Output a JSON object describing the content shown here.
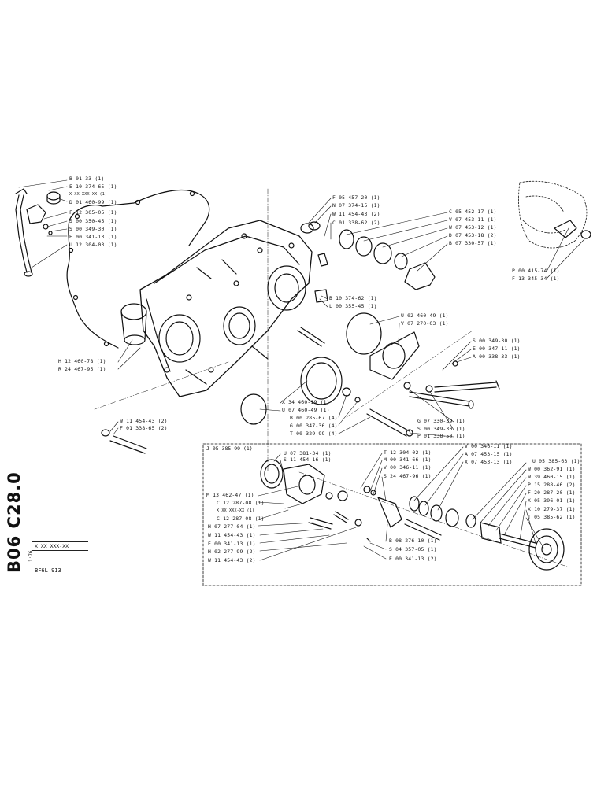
{
  "sheet": {
    "side_code": "B06 C28.0",
    "scale": "1:76",
    "code_placeholder": "X XX XXX-XX",
    "model": "BF6L 913"
  },
  "box_label": "J 05 385-99 (1)",
  "labels": {
    "l_b0133": "B 01 33       (1)",
    "l_e10374": "E 10 374-65 (1)",
    "l_xx": "X XX XXX-XX (1)",
    "l_d01460": "D 01 460-99 (1)",
    "l_f12305": "F 12 305-05 (1)",
    "l_s00350": "S 00 350-45 (1)",
    "l_s00349a": "S 00 349-30 (1)",
    "l_e00341a": "E 00 341-13 (1)",
    "l_u12304": "U 12 304-03 (1)",
    "l_h12460": "H 12 460-78 (1)",
    "l_r24467": "R 24 467-95 (1)",
    "l_w11454a": "W 11 454-43 (2)",
    "l_f01338": "F 01 338-65 (2)",
    "l_f05457": "F 05 457-20 (1)",
    "l_n07374": "N 07 374-15 (1)",
    "l_w11454b": "W 11 454-43 (2)",
    "l_c01338": "C 01 338-62 (2)",
    "l_c05452": "C 05 452-17 (1)",
    "l_v07453a": "V 07 453-11 (1)",
    "l_w07453a": "W 07 453-12 (1)",
    "l_d07453": "D 07 453-18 (2)",
    "l_b07330": "B 07 330-57 (1)",
    "l_p00415": "P 00 415-74 (1)",
    "l_f13345": "F 13 345-34 (1)",
    "l_b10374": "B 10 374-62 (1)",
    "l_l00355": "L 00 355-45 (1)",
    "l_u02460": "U 02 460-49 (1)",
    "l_v07270": "V 07 270-03 (1)",
    "l_s00349b": "S 00 349-30 (1)",
    "l_e00347a": "E 00 347-11 (1)",
    "l_a00338": "A 00 338-33 (1)",
    "l_x34460": "X 34 460-19 (1)",
    "l_u07460": "U 07 460-49 (1)",
    "l_b00285": "B 00 285-67 (4)",
    "l_g00347": "G 00 347-36 (4)",
    "l_t00329": "T 00 329-99 (4)",
    "l_g07330": "G 07 330-39 (1)",
    "l_s00349c": "S 00 349-30 (1)",
    "l_p01338": "P 01 338-50 (1)",
    "l_u07381": "U 07 381-34 (1)",
    "l_s11454": "S 11 454-16 (1)",
    "l_m13462": "M 13 462-47 (1)",
    "l_c12287a": "C 12 287-08 (1)",
    "l_xx2": "X XX XXX-XX (1)",
    "l_c12287b": "C 12 287-08 (1)",
    "l_h07277": "H 07 277-04 (1)",
    "l_w11454c": "W 11 454-43 (1)",
    "l_e00341b": "E 00 341-13 (1)",
    "l_h02277": "H 02 277-99 (2)",
    "l_w11454d": "W 11 454-43 (2)",
    "l_t12304": "T 12 304-02 (1)",
    "l_m00341": "M 00 341-66 (1)",
    "l_v00346a": "V 00 346-11 (1)",
    "l_s24467": "S 24 467-96 (1)",
    "l_v00346b": "V 00 346-11 (1)",
    "l_a07453": "A 07 453-15 (1)",
    "l_x07453": "X 07 453-13 (1)",
    "l_b08276": "B 08 276-10 (1)",
    "l_s04357": "S 04 357-05 (1)",
    "l_e00341c": "E 00 341-13 (2)",
    "l_u05385": "U 05 385-63 (1)",
    "l_w00362": "W 00 362-91 (1)",
    "l_w39460": "W 39 460-15 (1)",
    "l_p15288": "P 15 288-46 (2)",
    "l_f20287": "F 20 287-20 (1)",
    "l_x05396": "X 05 396-01 (1)",
    "l_x10279": "X 10 279-37 (1)",
    "l_t05385": "T 05 385-62 (1)"
  }
}
